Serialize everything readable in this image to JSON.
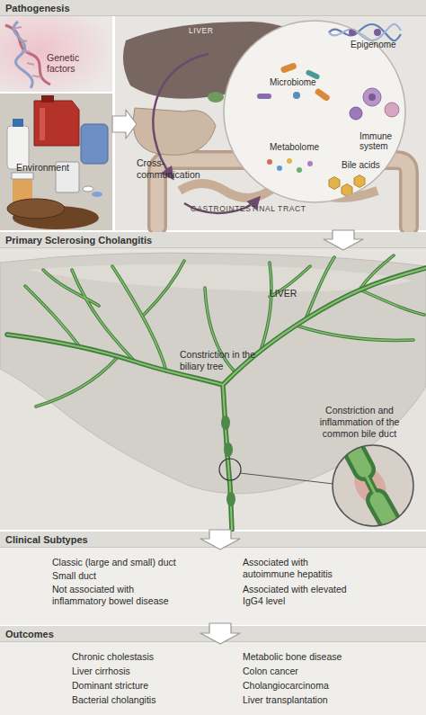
{
  "diagram": {
    "nodes": [
      {
        "text": [
          "Pathogenesis"
        ]
      },
      {
        "text": [
          "Genetic factors",
          "Environment"
        ],
        "in": 0
      },
      {
        "text": [
          "LIVER",
          "Cross-communication",
          "GASTROINTESTINAL TRACT"
        ],
        "in": 0
      },
      {
        "text": [
          "Epigenome",
          "Microbiome",
          "Immune system",
          "Metabolome",
          "Bile acids"
        ],
        "in": 2
      },
      {
        "text": [
          "Primary Sclerosing Cholangitis",
          "LIVER",
          "Constriction in the biliary tree",
          "Constriction and inflammation of the common bile duct"
        ]
      },
      {
        "text": [
          "Clinical Subtypes",
          "Classic (large and small) duct",
          "Small duct",
          "Not associated with inflammatory bowel disease",
          "Associated with autoimmune hepatitis",
          "Associated with elevated IgG4 level"
        ]
      },
      {
        "text": [
          "Outcomes",
          "Chronic cholestasis",
          "Liver cirrhosis",
          "Dominant stricture",
          "Bacterial cholangitis",
          "Metabolic bone disease",
          "Colon cancer",
          "Cholangiocarcinoma",
          "Liver transplantation"
        ]
      }
    ],
    "edges": [
      {
        "from": 1,
        "to": 2,
        "arrow": "to"
      },
      {
        "from": 0,
        "to": 4,
        "arrow": "to"
      },
      {
        "from": 4,
        "to": 5,
        "arrow": "to"
      },
      {
        "from": 5,
        "to": 6,
        "arrow": "to"
      }
    ]
  }
}
